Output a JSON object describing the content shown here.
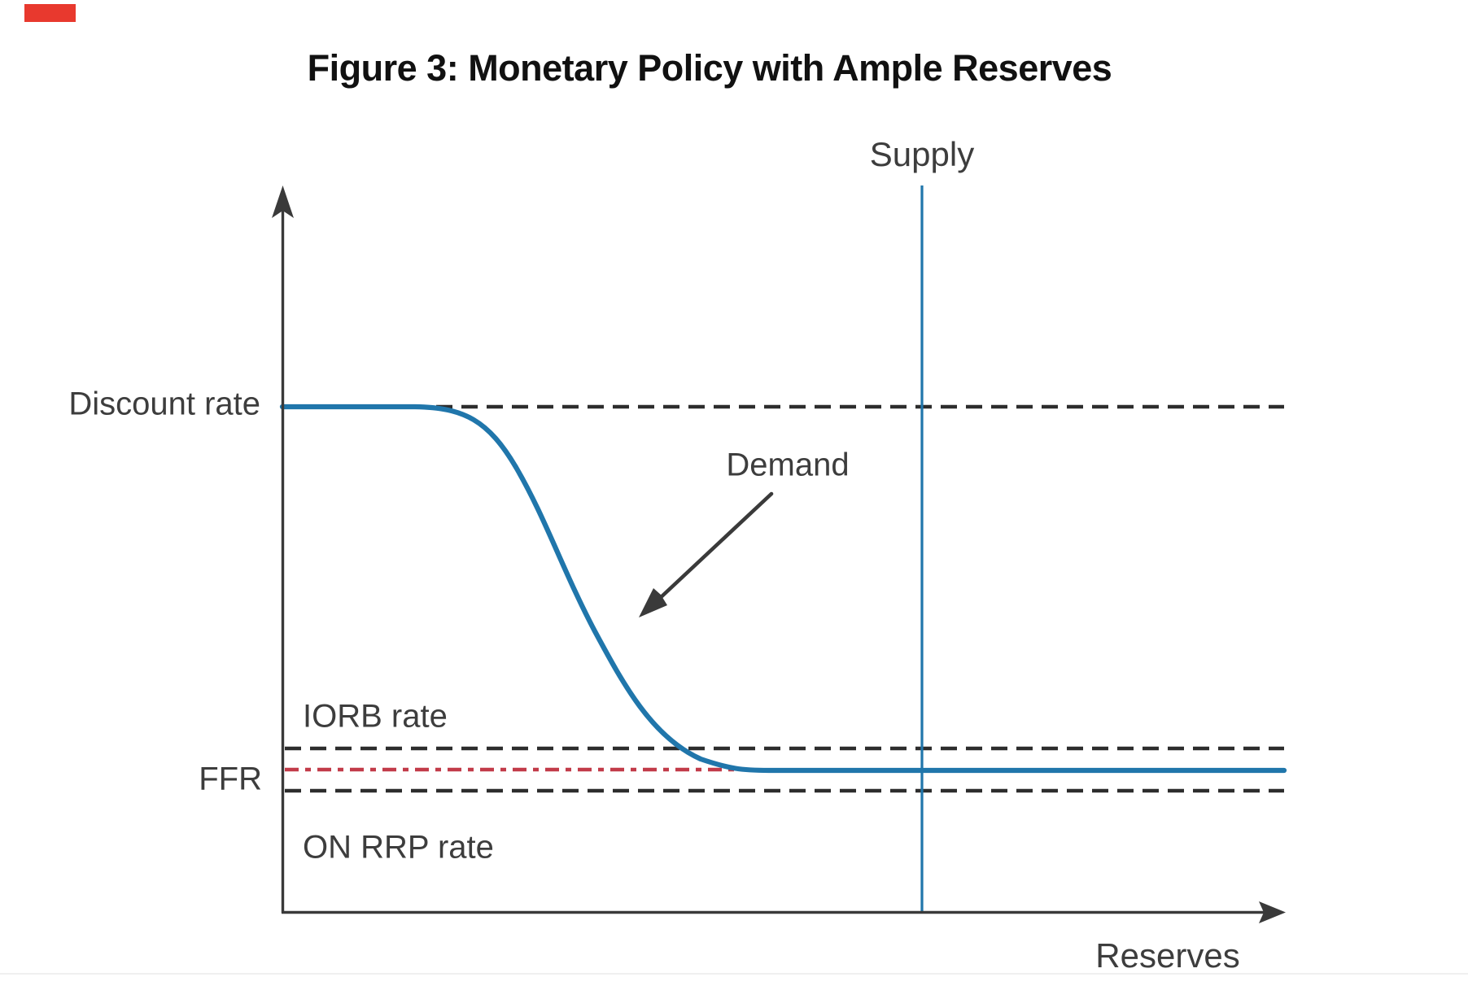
{
  "figure": {
    "title": "Figure 3: Monetary Policy with Ample Reserves"
  },
  "labels": {
    "supply": "Supply",
    "demand": "Demand",
    "discount_rate": "Discount rate",
    "iorb_rate": "IORB rate",
    "ffr": "FFR",
    "on_rrp_rate": "ON RRP rate",
    "x_axis": "Reserves"
  },
  "colors": {
    "curve_blue": "#2076ab",
    "dash_black": "#2d2d2d",
    "ffr_red": "#c23b49",
    "axis_gray": "#3a3a3a",
    "text_gray": "#3d3d3d",
    "marker_red": "#e8392e"
  },
  "chart_data": {
    "type": "line",
    "title": "Figure 3: Monetary Policy with Ample Reserves",
    "xlabel": "Reserves",
    "ylabel": "",
    "axes_numeric": false,
    "grid": false,
    "series": [
      {
        "name": "Demand",
        "style": "solid-sigmoid",
        "color": "#2076ab",
        "points_rel": [
          [
            0.0,
            0.696
          ],
          [
            0.148,
            0.696
          ],
          [
            0.2,
            0.655
          ],
          [
            0.25,
            0.55
          ],
          [
            0.3,
            0.42
          ],
          [
            0.35,
            0.3
          ],
          [
            0.42,
            0.225
          ],
          [
            0.481,
            0.197
          ],
          [
            1.0,
            0.197
          ]
        ]
      },
      {
        "name": "Supply",
        "style": "vertical-line",
        "color": "#2076ab",
        "x_rel": 0.637
      }
    ],
    "reference_lines": [
      {
        "label": "Discount rate",
        "style": "dashed",
        "color": "#2d2d2d",
        "level_rel": 0.696
      },
      {
        "label": "IORB rate",
        "style": "dashed",
        "color": "#2d2d2d",
        "level_rel": 0.226
      },
      {
        "label": "FFR",
        "style": "dash-dot",
        "color": "#c23b49",
        "level_rel": 0.197,
        "x_extent_rel": [
          0,
          0.466
        ]
      },
      {
        "label": "ON RRP rate",
        "style": "dashed",
        "color": "#2d2d2d",
        "level_rel": 0.168
      }
    ],
    "annotations": [
      {
        "text": "Demand",
        "arrow_to": "demand-curve"
      }
    ]
  }
}
